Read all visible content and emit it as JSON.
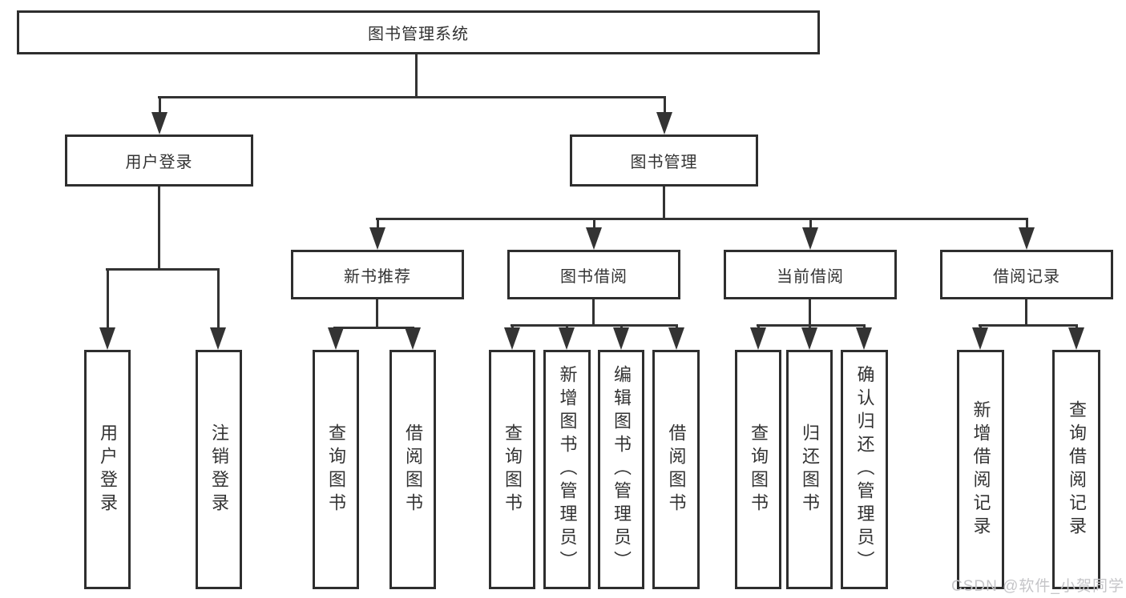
{
  "diagram": {
    "title": "图书管理系统",
    "nodes": [
      {
        "id": "root",
        "label": "图书管理系统",
        "parent": null,
        "orientation": "horizontal"
      },
      {
        "id": "user-login",
        "label": "用户登录",
        "parent": "root",
        "orientation": "horizontal"
      },
      {
        "id": "book-mgmt",
        "label": "图书管理",
        "parent": "root",
        "orientation": "horizontal"
      },
      {
        "id": "new-book-rec",
        "label": "新书推荐",
        "parent": "book-mgmt",
        "orientation": "horizontal"
      },
      {
        "id": "book-borrow",
        "label": "图书借阅",
        "parent": "book-mgmt",
        "orientation": "horizontal"
      },
      {
        "id": "current-borrow",
        "label": "当前借阅",
        "parent": "book-mgmt",
        "orientation": "horizontal"
      },
      {
        "id": "borrow-records",
        "label": "借阅记录",
        "parent": "book-mgmt",
        "orientation": "horizontal"
      },
      {
        "id": "leaf-user-login",
        "label": "用户登录",
        "parent": "user-login",
        "orientation": "vertical"
      },
      {
        "id": "leaf-logout",
        "label": "注销登录",
        "parent": "user-login",
        "orientation": "vertical"
      },
      {
        "id": "leaf-query-books-1",
        "label": "查询图书",
        "parent": "new-book-rec",
        "orientation": "vertical"
      },
      {
        "id": "leaf-borrow-books-1",
        "label": "借阅图书",
        "parent": "new-book-rec",
        "orientation": "vertical"
      },
      {
        "id": "leaf-query-books-2",
        "label": "查询图书",
        "parent": "book-borrow",
        "orientation": "vertical"
      },
      {
        "id": "leaf-add-books",
        "label": "新增图书（管理员）",
        "parent": "book-borrow",
        "orientation": "vertical"
      },
      {
        "id": "leaf-edit-books",
        "label": "编辑图书（管理员）",
        "parent": "book-borrow",
        "orientation": "vertical"
      },
      {
        "id": "leaf-borrow-books-2",
        "label": "借阅图书",
        "parent": "book-borrow",
        "orientation": "vertical"
      },
      {
        "id": "leaf-query-books-3",
        "label": "查询图书",
        "parent": "current-borrow",
        "orientation": "vertical"
      },
      {
        "id": "leaf-return-books",
        "label": "归还图书",
        "parent": "current-borrow",
        "orientation": "vertical"
      },
      {
        "id": "leaf-confirm-return",
        "label": "确认归还（管理员）",
        "parent": "current-borrow",
        "orientation": "vertical"
      },
      {
        "id": "leaf-add-borrow-record",
        "label": "新增借阅记录",
        "parent": "borrow-records",
        "orientation": "vertical"
      },
      {
        "id": "leaf-query-borrow-record",
        "label": "查询借阅记录",
        "parent": "borrow-records",
        "orientation": "vertical"
      }
    ]
  },
  "watermark": {
    "text": "CSDN @软件_小贺同学"
  },
  "colors": {
    "line": "#333333",
    "box_border": "#2e2e2e",
    "text": "#333333",
    "watermark": "#c5c5c8",
    "background": "#ffffff"
  }
}
